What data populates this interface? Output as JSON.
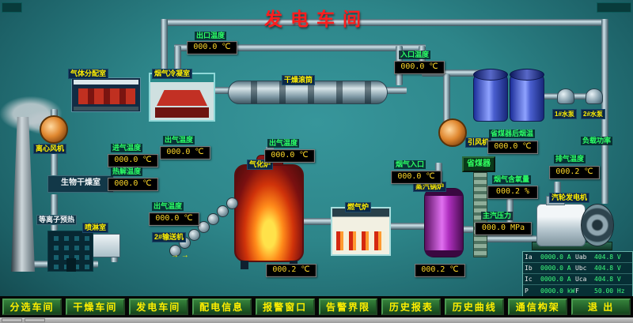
{
  "title": "发电车间",
  "labels": {
    "gas_distribution_room": "气体分配室",
    "flue_condenser": "烟气冷凝室",
    "drying_drum": "干燥滚筒",
    "centrifugal_fan": "离心风机",
    "bio_drying_room": "生物干燥室",
    "plasma_preheat": "等离子预热",
    "spray_room": "喷淋室",
    "gasifier": "气化炉",
    "conveyor": "2#输送机",
    "gas_furnace": "燃气炉",
    "steam_boiler": "蒸汽锅炉",
    "induced_fan": "引风机",
    "economizer": "省煤器",
    "turbine_generator": "汽轮发电机",
    "pump1": "1#水泵",
    "pump2": "2#水泵",
    "load_power": "负载功率",
    "conveyor_arrows": "→ →"
  },
  "displays": {
    "outlet_temp": {
      "label": "出口温度",
      "value": "000.0 ℃"
    },
    "inlet_temp": {
      "label": "入口温度",
      "value": "000.0 ℃"
    },
    "intake_temp": {
      "label": "进气温度",
      "value": "000.0 ℃"
    },
    "pyrolysis_temp": {
      "label": "热解温度",
      "value": "000.0 ℃"
    },
    "outgas_temp_a": {
      "label": "出气温度",
      "value": "000.0 ℃"
    },
    "outgas_temp_b": {
      "label": "出气温度",
      "value": "000.0 ℃"
    },
    "gasifier_outgas_temp": {
      "label": "出气温度",
      "value": "000.0 ℃"
    },
    "flue_gas_inlet": {
      "label": "烟气入口",
      "value": "000.0 ℃"
    },
    "econ_outlet_flue": {
      "label": "省煤器后烟温",
      "value": "000.0 ℃"
    },
    "flue_oxygen": {
      "label": "烟气含氧量",
      "value": "000.2 %"
    },
    "main_steam_pressure": {
      "label": "主汽压力",
      "value": "000.0 MPa"
    },
    "exhaust_temp": {
      "label": "排气温度",
      "value": "000.2 ℃"
    },
    "gasifier_bottom": {
      "value": "000.2 ℃"
    },
    "boiler_bottom": {
      "value": "000.2 ℃"
    }
  },
  "meter_table": {
    "rows": [
      {
        "k1": "Ia",
        "v1": "0000.0 A",
        "k2": "Uab",
        "v2": "404.8 V"
      },
      {
        "k1": "Ib",
        "v1": "0000.0 A",
        "k2": "Ubc",
        "v2": "404.8 V"
      },
      {
        "k1": "Ic",
        "v1": "0000.0 A",
        "k2": "Uca",
        "v2": "404.8 V"
      },
      {
        "k1": "P",
        "v1": "0000.0 kW",
        "k2": "F",
        "v2": "50.00 Hz"
      }
    ]
  },
  "nav": [
    "分选车间",
    "干燥车间",
    "发电车间",
    "配电信息",
    "报警窗口",
    "告警界限",
    "历史报表",
    "历史曲线",
    "通信构架",
    "退 出"
  ]
}
